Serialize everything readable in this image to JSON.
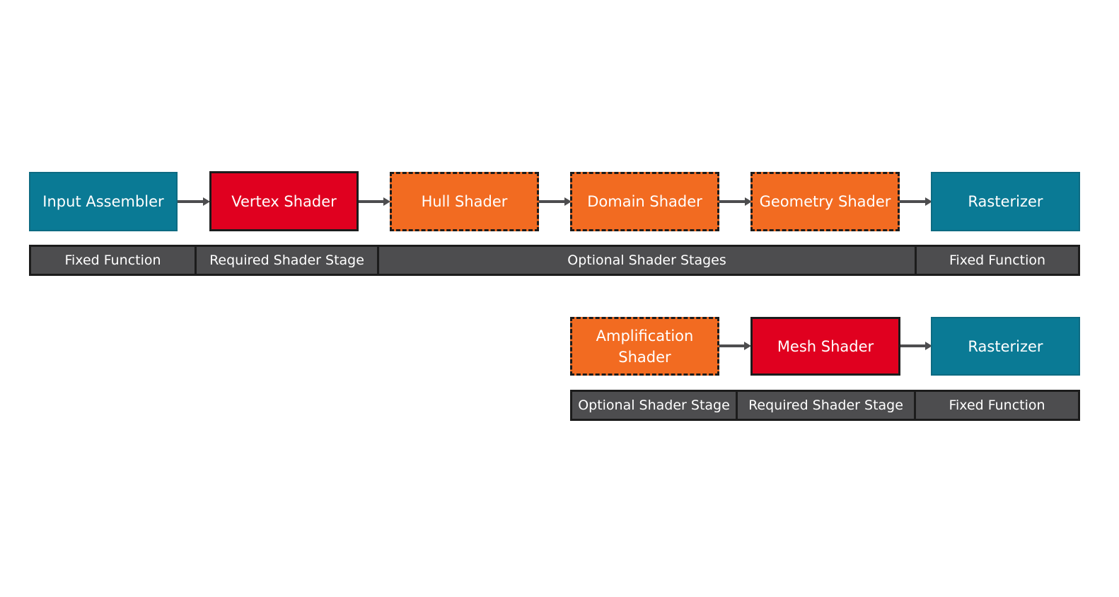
{
  "colors": {
    "fixed_function": "#0a7a95",
    "required_stage": "#e0001f",
    "optional_stage": "#f26b21",
    "bar": "#4d4d4f",
    "outline": "#1c1c1c",
    "arrow": "#4d4d4f"
  },
  "traditional_pipeline": {
    "nodes": [
      {
        "label": "Input Assembler",
        "kind": "fixed"
      },
      {
        "label": "Vertex Shader",
        "kind": "required"
      },
      {
        "label": "Hull Shader",
        "kind": "optional"
      },
      {
        "label": "Domain Shader",
        "kind": "optional"
      },
      {
        "label": "Geometry Shader",
        "kind": "optional"
      },
      {
        "label": "Rasterizer",
        "kind": "fixed"
      }
    ],
    "legend": [
      "Fixed Function",
      "Required Shader Stage",
      "Optional Shader Stages",
      "Fixed Function"
    ]
  },
  "mesh_pipeline": {
    "nodes": [
      {
        "label": "Amplification\nShader",
        "kind": "optional"
      },
      {
        "label": "Mesh Shader",
        "kind": "required"
      },
      {
        "label": "Rasterizer",
        "kind": "fixed"
      }
    ],
    "legend": [
      "Optional Shader Stage",
      "Required Shader Stage",
      "Fixed Function"
    ]
  }
}
